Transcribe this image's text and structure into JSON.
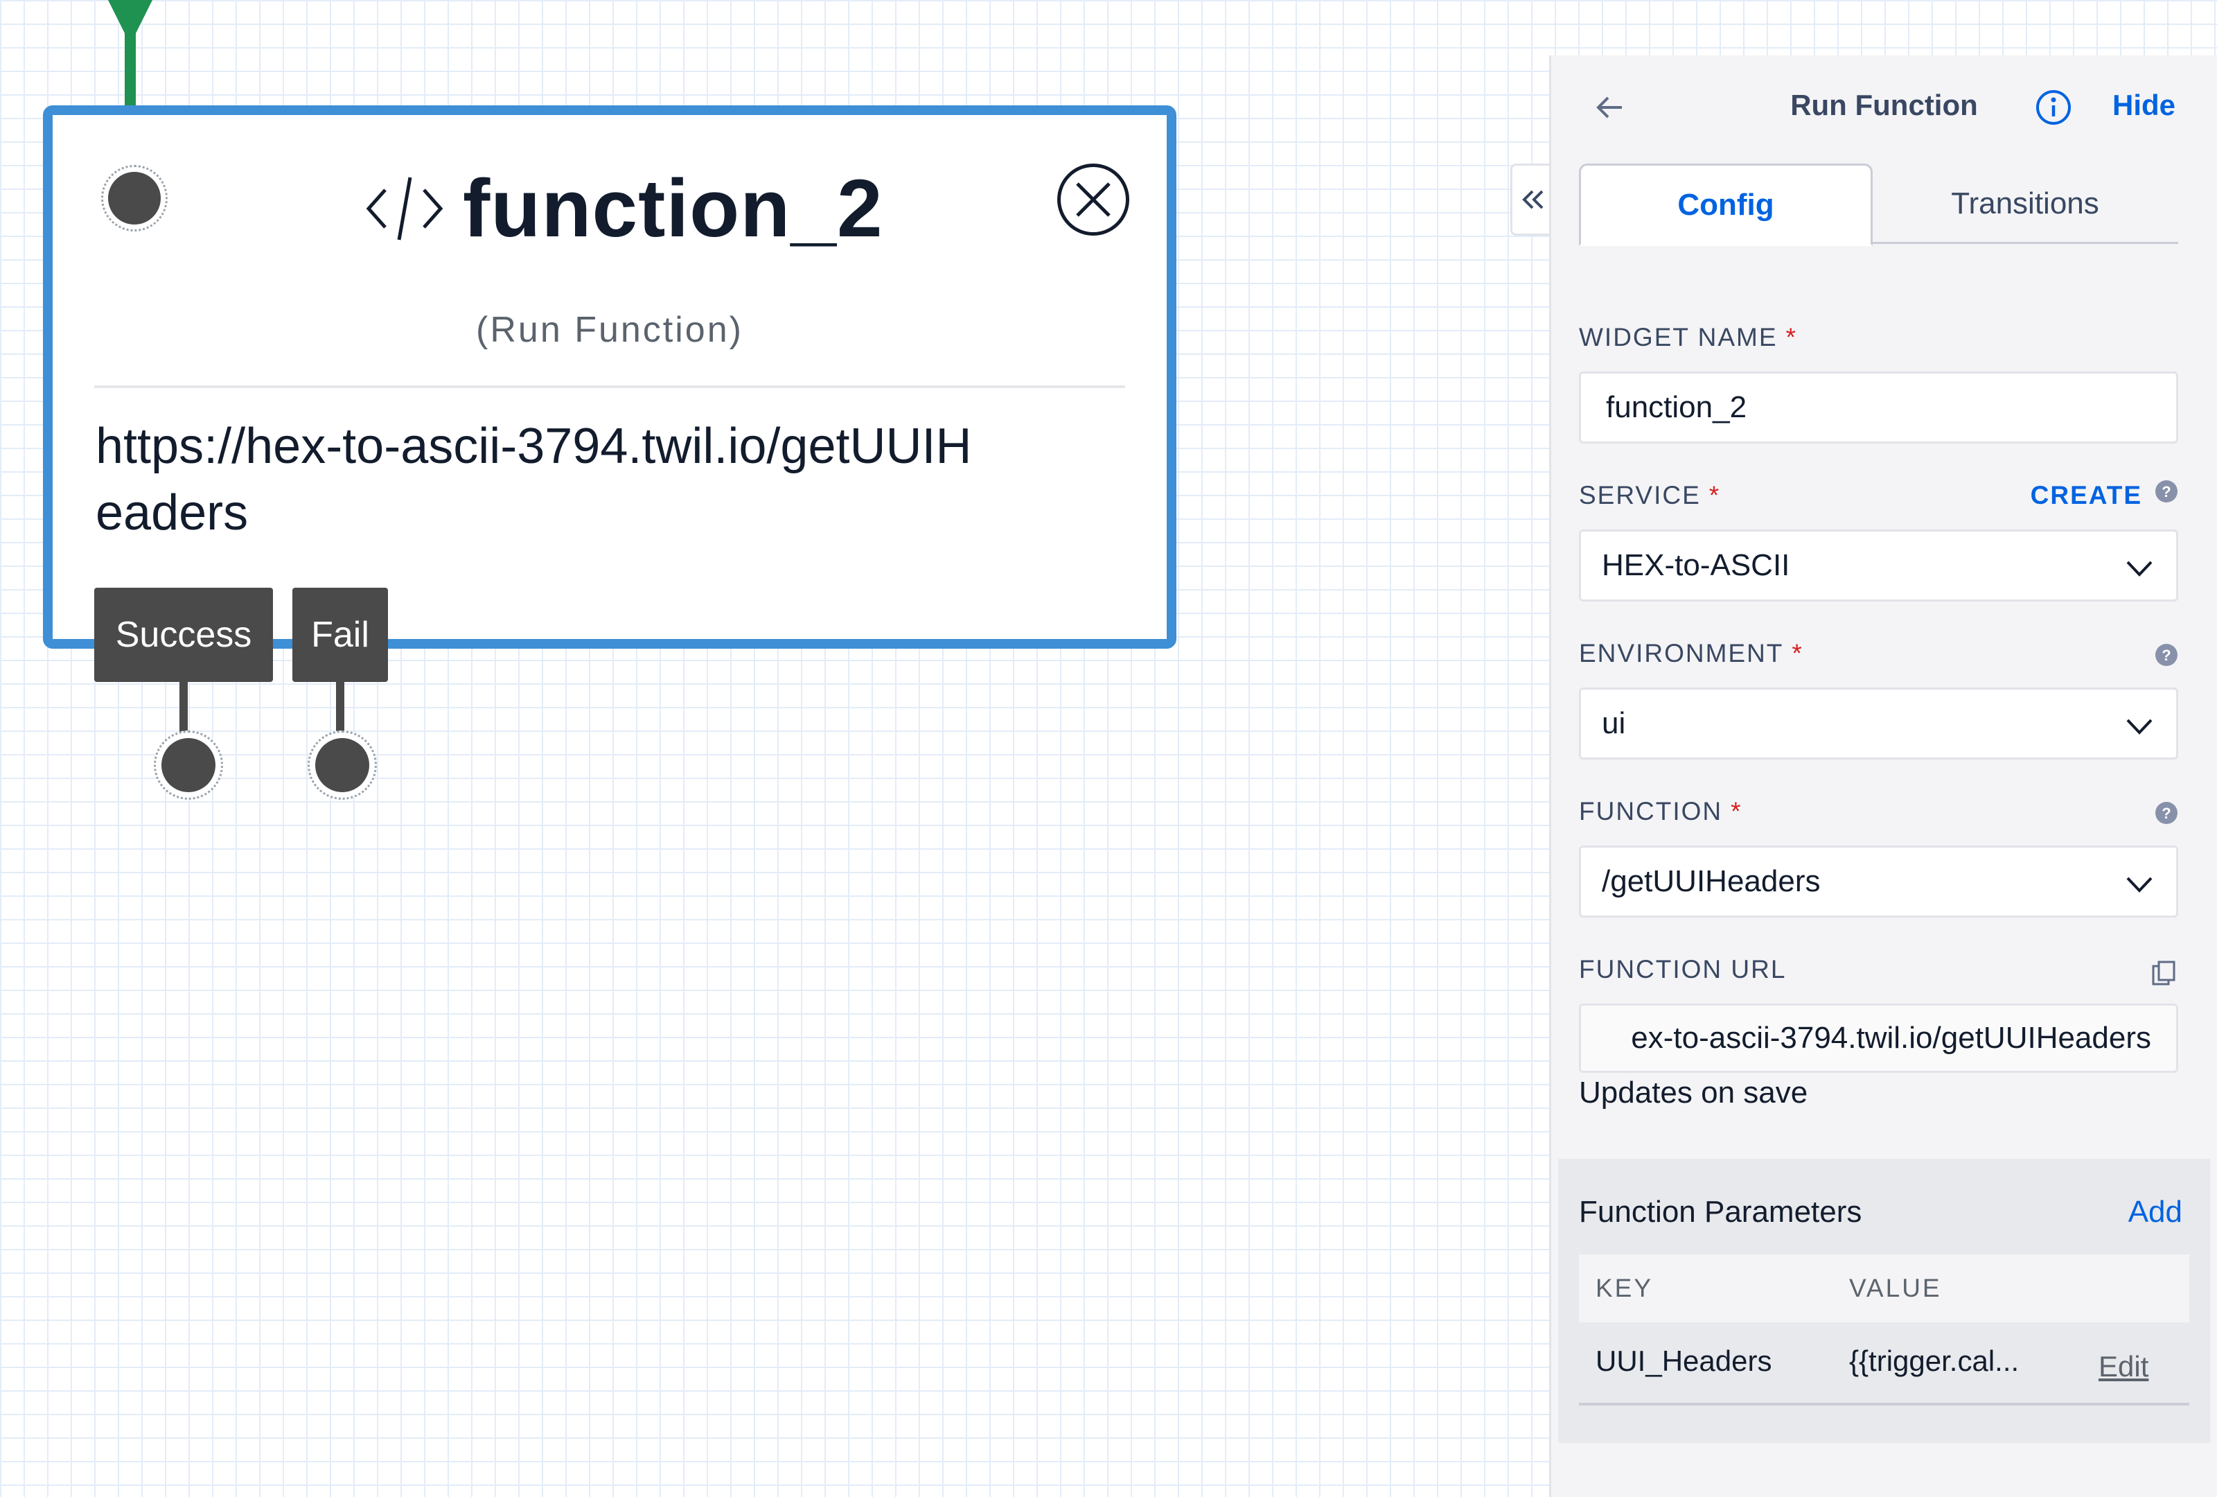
{
  "widget": {
    "name": "function_2",
    "type_label": "(Run Function)",
    "url": "https://hex-to-ascii-3794.twil.io/getUUIHeaders",
    "transitions": [
      "Success",
      "Fail"
    ]
  },
  "panel": {
    "title": "Run Function",
    "hide_label": "Hide",
    "tabs": [
      "Config",
      "Transitions"
    ],
    "active_tab": "Config",
    "fields": {
      "widget_name": {
        "label": "WIDGET NAME",
        "value": "function_2"
      },
      "service": {
        "label": "SERVICE",
        "value": "HEX-to-ASCII",
        "create_label": "CREATE"
      },
      "environment": {
        "label": "ENVIRONMENT",
        "value": "ui"
      },
      "function": {
        "label": "FUNCTION",
        "value": "/getUUIHeaders"
      },
      "function_url": {
        "label": "FUNCTION URL",
        "value": "ex-to-ascii-3794.twil.io/getUUIHeaders"
      }
    },
    "required_mark": "*",
    "updates_note": "Updates on save",
    "parameters": {
      "title": "Function Parameters",
      "add_label": "Add",
      "columns": [
        "KEY",
        "VALUE"
      ],
      "rows": [
        {
          "key": "UUI_Headers",
          "value": "{{trigger.cal...",
          "action": "Edit"
        }
      ]
    }
  },
  "colors": {
    "accent_blue": "#0263e0",
    "widget_border": "#3e8fd6",
    "incoming_green": "#1f9150",
    "required_red": "#d61f1f"
  }
}
